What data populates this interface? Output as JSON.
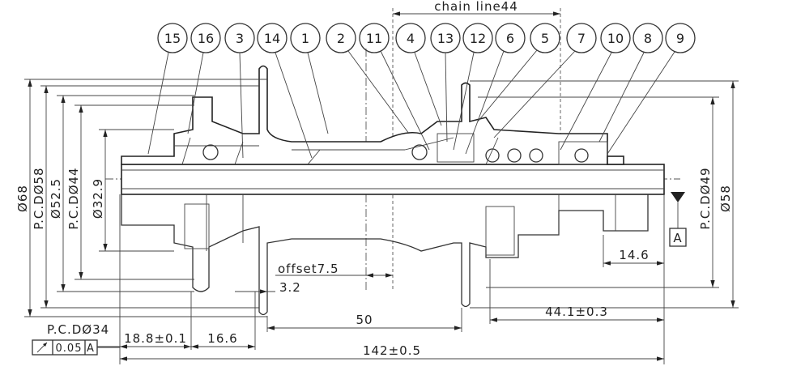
{
  "title_dimension": "chain line44",
  "balloons": [
    "15",
    "16",
    "3",
    "14",
    "1",
    "2",
    "11",
    "4",
    "13",
    "12",
    "6",
    "5",
    "7",
    "10",
    "8",
    "9"
  ],
  "left_dimensions": {
    "d68": "Ø68",
    "pcd58": "P.C.DØ58",
    "d52_5": "Ø52.5",
    "pcd44": "P.C.DØ44",
    "d32_9": "Ø32.9"
  },
  "right_dimensions": {
    "pcd49": "P.C.DØ49",
    "d58": "Ø58"
  },
  "bottom_dimensions": {
    "d18_8": "18.8±0.1",
    "d16_6": "16.6",
    "d142": "142±0.5",
    "d50": "50",
    "d44_1": "44.1±0.3",
    "d14_6": "14.6",
    "offset": "offset7.5",
    "d3_2": "3.2"
  },
  "tolerance_frame": {
    "label": "P.C.DØ34",
    "value": "0.05",
    "datum": "A"
  },
  "datum_label": "A"
}
